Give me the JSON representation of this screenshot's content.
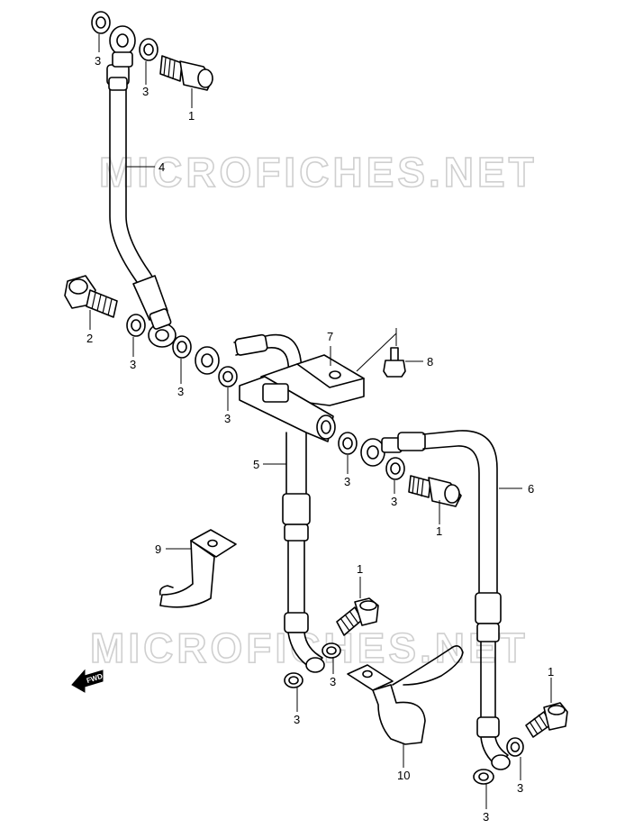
{
  "watermark": {
    "text": "MICROFICHES.NET"
  },
  "direction_label": "FWD",
  "callouts": {
    "c1_top": "1",
    "c1_mid": "1",
    "c1_lower_center": "1",
    "c1_right": "1",
    "c2": "2",
    "c3_top_left": "3",
    "c3_top_right": "3",
    "c3_left_a": "3",
    "c3_left_b": "3",
    "c3_center_a": "3",
    "c3_center_b": "3",
    "c3_center_c": "3",
    "c3_lower_a": "3",
    "c3_lower_b": "3",
    "c3_bottom_a": "3",
    "c3_bottom_b": "3",
    "c4": "4",
    "c5": "5",
    "c6": "6",
    "c7": "7",
    "c8": "8",
    "c9": "9",
    "c10": "10"
  }
}
